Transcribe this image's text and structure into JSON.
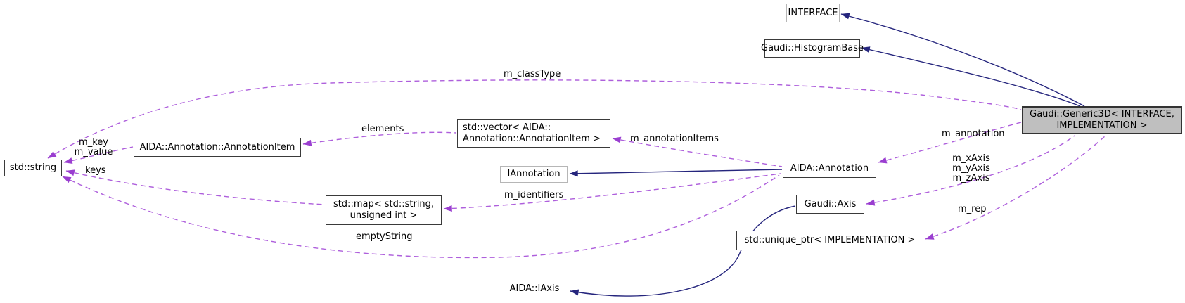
{
  "nodes": {
    "interface": {
      "label": "INTERFACE"
    },
    "histogram_base": {
      "label": "Gaudi::HistogramBase"
    },
    "generic3d": {
      "lines": [
        "Gaudi::Generic3D< INTERFACE,",
        "IMPLEMENTATION >"
      ]
    },
    "std_string": {
      "label": "std::string"
    },
    "annotation_item": {
      "label": "AIDA::Annotation::AnnotationItem"
    },
    "std_vector": {
      "lines": [
        "std::vector< AIDA::",
        "Annotation::AnnotationItem >"
      ]
    },
    "iannotation": {
      "label": "IAnnotation"
    },
    "aida_annotation": {
      "label": "AIDA::Annotation"
    },
    "std_map": {
      "lines": [
        "std::map< std::string,",
        "unsigned int >"
      ]
    },
    "gaudi_axis": {
      "label": "Gaudi::Axis"
    },
    "unique_ptr": {
      "label": "std::unique_ptr< IMPLEMENTATION >"
    },
    "aida_iaxis": {
      "label": "AIDA::IAxis"
    }
  },
  "edge_labels": {
    "m_classType": "m_classType",
    "elements": "elements",
    "m_key": "m_key",
    "m_value": "m_value",
    "keys": "keys",
    "m_annotationItems": "m_annotationItems",
    "m_annotation": "m_annotation",
    "m_xAxis": "m_xAxis",
    "m_yAxis": "m_yAxis",
    "m_zAxis": "m_zAxis",
    "m_rep": "m_rep",
    "m_identifiers": "m_identifiers",
    "emptyString": "emptyString"
  },
  "colors": {
    "usage_edge_purple": "#9a3ed0",
    "usage_dash_purple": "#ae5fdc",
    "inheritance_edge_blue": "#25257d",
    "highlight_node_fill": "#bfbfbf",
    "node_border": "#3a3a3a",
    "external_node_border": "#b6b6b6"
  }
}
